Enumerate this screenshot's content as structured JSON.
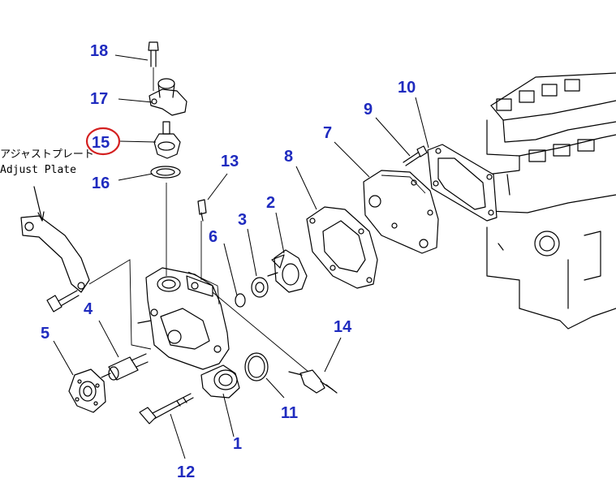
{
  "parts": [
    {
      "id": "p1",
      "label": "1"
    },
    {
      "id": "p2",
      "label": "2"
    },
    {
      "id": "p3",
      "label": "3"
    },
    {
      "id": "p4",
      "label": "4"
    },
    {
      "id": "p5",
      "label": "5"
    },
    {
      "id": "p6",
      "label": "6"
    },
    {
      "id": "p7",
      "label": "7"
    },
    {
      "id": "p8",
      "label": "8"
    },
    {
      "id": "p9",
      "label": "9"
    },
    {
      "id": "p10",
      "label": "10"
    },
    {
      "id": "p11",
      "label": "11"
    },
    {
      "id": "p12",
      "label": "12"
    },
    {
      "id": "p13",
      "label": "13"
    },
    {
      "id": "p14",
      "label": "14"
    },
    {
      "id": "p15",
      "label": "15"
    },
    {
      "id": "p16",
      "label": "16"
    },
    {
      "id": "p17",
      "label": "17"
    },
    {
      "id": "p18",
      "label": "18"
    }
  ],
  "highlighted_part": "15",
  "highlight_color": "#d42020",
  "label_color": "#1f2bbf",
  "adjust_plate": {
    "label_jp": "アジャストプレート",
    "label_en": "Adjust Plate"
  }
}
